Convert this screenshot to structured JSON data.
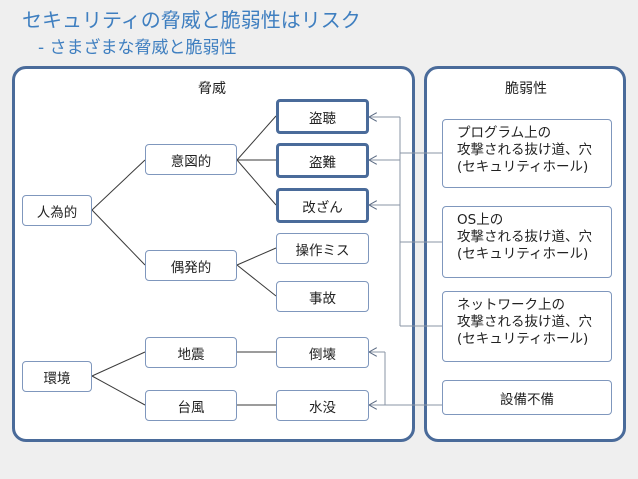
{
  "title": "セキュリティの脅威と脆弱性はリスク",
  "subtitle": "- さまざまな脅威と脆弱性",
  "threats_panel": {
    "label": "脅威"
  },
  "vuln_panel": {
    "label": "脆弱性"
  },
  "nodes": {
    "jinni": "人為的",
    "kankyo": "環境",
    "itoteki": "意図的",
    "guhatsu": "偶発的",
    "jishin": "地震",
    "taifu": "台風",
    "tocho": "盗聴",
    "tonan": "盗難",
    "kaizan": "改ざん",
    "sosa": "操作ミス",
    "jiko": "事故",
    "tokai": "倒壊",
    "suibotsu": "水没"
  },
  "vulnerabilities": [
    {
      "line1": "プログラム上の",
      "line2": "攻撃される抜け道、穴",
      "line3": "(セキュリティホール)"
    },
    {
      "line1": "OS上の",
      "line2": "攻撃される抜け道、穴",
      "line3": "(セキュリティホール)"
    },
    {
      "line1": "ネットワーク上の",
      "line2": "攻撃される抜け道、穴",
      "line3": "(セキュリティホール)"
    }
  ],
  "facility": "設備不備",
  "colors": {
    "title": "#3f7fc0",
    "panel_border": "#4a6b9a",
    "box_border": "#7f97bd",
    "background": "#efefef"
  }
}
